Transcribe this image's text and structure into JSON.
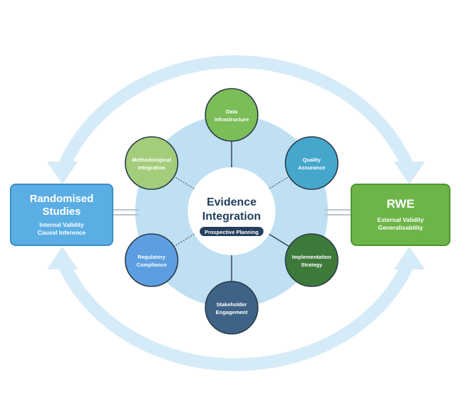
{
  "center": {
    "title_line1": "Evidence",
    "title_line2": "Integration",
    "pill": "Prospective Planning"
  },
  "left_box": {
    "title_line1": "Randomised",
    "title_line2": "Studies",
    "sub_line1": "Internal Validity",
    "sub_line2": "Causal Inference"
  },
  "right_box": {
    "title": "RWE",
    "sub_line1": "External Validity",
    "sub_line2": "Generalisability"
  },
  "nodes": [
    {
      "id": "data-infrastructure",
      "line1": "Data",
      "line2": "Infrastructure",
      "color": "#7bbd57"
    },
    {
      "id": "quality-assurance",
      "line1": "Quality",
      "line2": "Assurance",
      "color": "#46a7cc"
    },
    {
      "id": "implementation-strategy",
      "line1": "Implementation",
      "line2": "Strategy",
      "color": "#3d7a3a"
    },
    {
      "id": "stakeholder-engagement",
      "line1": "Stakeholder",
      "line2": "Engagement",
      "color": "#3f6386"
    },
    {
      "id": "regulatory-compliance",
      "line1": "Regulatory",
      "line2": "Compliance",
      "color": "#5d9ee0"
    },
    {
      "id": "methodological-integration",
      "line1": "Methodological",
      "line2": "Integration",
      "color": "#a3cd7a"
    }
  ],
  "colors": {
    "outer_ring": "#d6ebf8",
    "inner_disc": "#bfe0f3",
    "center_text": "#24405e",
    "pill": "#24405e"
  }
}
